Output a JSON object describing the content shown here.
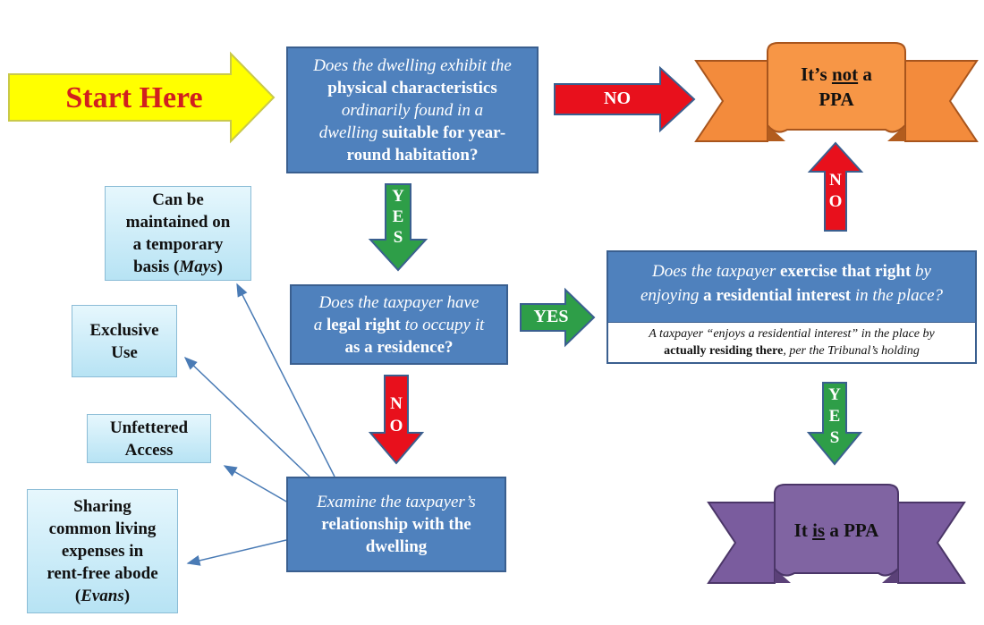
{
  "start": "Start Here",
  "q1": {
    "l1": "Does the dwelling exhibit the",
    "l2": "physical characteristics",
    "l3": "ordinarily found in a",
    "l4a": "dwelling",
    "l4b": "suitable for year-",
    "l5": "round habitation?"
  },
  "q2": {
    "l1": "Does the taxpayer have",
    "l2a": "a",
    "l2b": "legal right",
    "l2c": "to occupy it",
    "l3": "as a residence?"
  },
  "q3": {
    "l1a": "Does the taxpayer",
    "l1b": "exercise that right",
    "l1c": "by",
    "l2a": "enjoying",
    "l2b": "a residential interest",
    "l2c": "in the place?",
    "note1": "A taxpayer “enjoys a residential interest” in the place by",
    "note2a": "actually residing there",
    "note2b": ", per the Tribunal’s holding"
  },
  "examine": {
    "l1": "Examine the taxpayer’s",
    "l2": "relationship with the",
    "l3": "dwelling"
  },
  "not_ppa": {
    "a": "It’s",
    "b": "not",
    "c": "a",
    "d": "PPA"
  },
  "is_ppa": {
    "a": "It",
    "b": "is",
    "c": "a PPA"
  },
  "factors": {
    "f1": {
      "l1": "Can be",
      "l2": "maintained on",
      "l3": "a temporary",
      "l4a": "basis (",
      "l4b": "Mays",
      "l4c": ")"
    },
    "f2": {
      "l1": "Exclusive",
      "l2": "Use"
    },
    "f3": {
      "l1": "Unfettered",
      "l2": "Access"
    },
    "f4": {
      "l1": "Sharing",
      "l2": "common living",
      "l3": "expenses in",
      "l4": "rent-free abode",
      "l5a": "(",
      "l5b": "Evans",
      "l5c": ")"
    }
  },
  "arrows": {
    "no_right": "NO",
    "yes_right": "YES",
    "no_up": [
      "N",
      "O"
    ],
    "yes_down1": [
      "Y",
      "E",
      "S"
    ],
    "no_down": [
      "N",
      "O"
    ],
    "yes_down2": [
      "Y",
      "E",
      "S"
    ]
  },
  "colors": {
    "box_blue": "#4f81bd",
    "yes_green": "#2e9e48",
    "no_red": "#e8101c",
    "start_yellow": "#ffff00",
    "start_text": "#d11f1f",
    "not_banner": "#f79646",
    "is_banner": "#8064a2",
    "connector": "#4a7bb5"
  }
}
